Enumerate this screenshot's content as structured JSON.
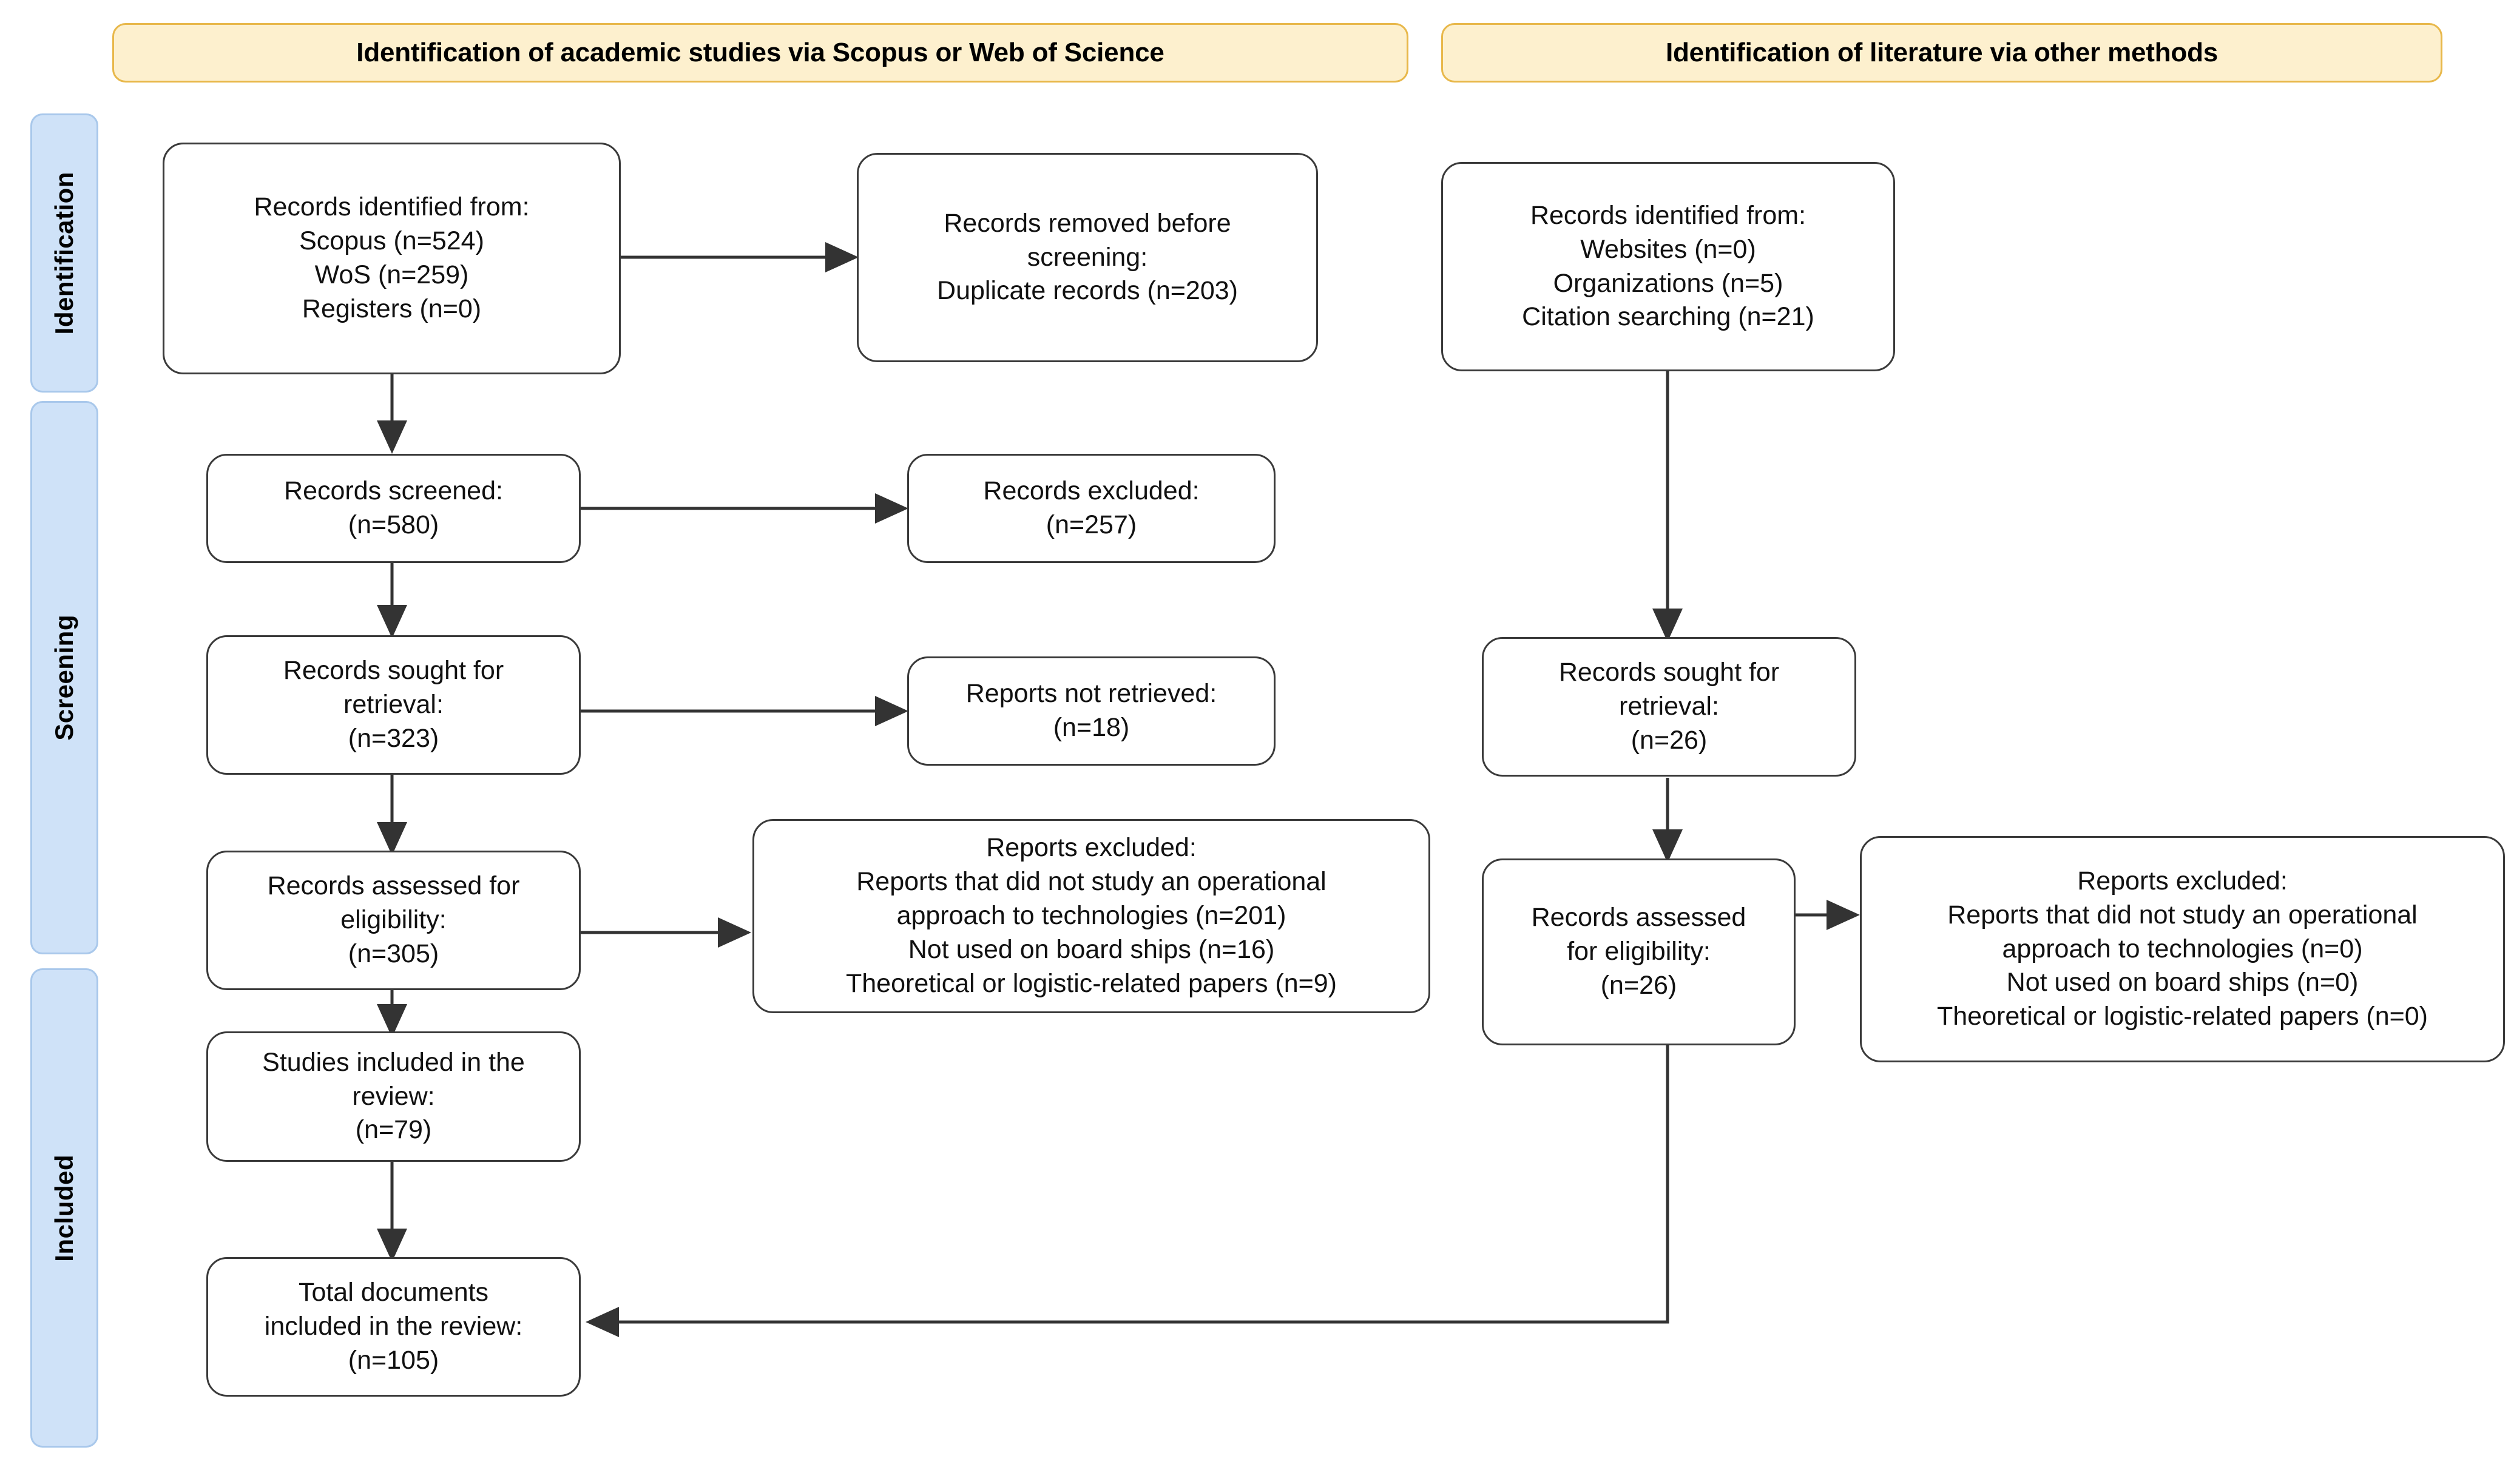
{
  "diagram": {
    "type": "prisma-flow-diagram",
    "headers": [
      {
        "id": "academic",
        "label": "Identification of academic studies via Scopus or Web of Science"
      },
      {
        "id": "other",
        "label": "Identification of literature via other methods"
      }
    ],
    "stages": [
      {
        "id": "identification",
        "label": "Identification"
      },
      {
        "id": "screening",
        "label": "Screening"
      },
      {
        "id": "included",
        "label": "Included"
      }
    ],
    "boxes": {
      "left_identified": "Records identified from:\nScopus (n=524)\nWoS (n=259)\nRegisters (n=0)",
      "left_removed": "Records removed before\nscreening:\nDuplicate records (n=203)",
      "left_screened": "Records screened:\n(n=580)",
      "left_excluded": "Records excluded:\n(n=257)",
      "left_sought": "Records sought for\nretrieval:\n(n=323)",
      "left_not_retrieved": "Reports not retrieved:\n(n=18)",
      "left_assessed": "Records assessed for\neligibility:\n(n=305)",
      "left_reports_excluded": "Reports excluded:\nReports that did not study an operational\napproach to technologies (n=201)\nNot used on board ships (n=16)\nTheoretical or logistic-related papers (n=9)",
      "left_studies_included": "Studies included in the\nreview:\n(n=79)",
      "left_total": "Total documents\nincluded in the review:\n(n=105)",
      "right_identified": "Records identified from:\nWebsites (n=0)\nOrganizations (n=5)\nCitation searching (n=21)",
      "right_sought": "Records sought for\nretrieval:\n(n=26)",
      "right_assessed": "Records assessed\nfor eligibility:\n(n=26)",
      "right_reports_excluded": "Reports excluded:\nReports that did not study an operational\napproach to technologies (n=0)\nNot used on board ships (n=0)\nTheoretical or logistic-related papers (n=0)"
    },
    "counts": {
      "scopus": 524,
      "wos": 259,
      "registers": 0,
      "duplicate_records": 203,
      "records_screened": 580,
      "records_excluded": 257,
      "records_sought_retrieval": 323,
      "reports_not_retrieved": 18,
      "records_assessed_eligibility": 305,
      "excluded_not_operational": 201,
      "excluded_not_on_board_ships": 16,
      "excluded_theoretical_logistic": 9,
      "studies_included": 79,
      "total_documents_included": 105,
      "websites": 0,
      "organizations": 5,
      "citation_searching": 21,
      "right_sought_retrieval": 26,
      "right_assessed_eligibility": 26,
      "right_excluded_not_operational": 0,
      "right_excluded_not_on_board_ships": 0,
      "right_excluded_theoretical_logistic": 0
    },
    "colors": {
      "header_fill": "#FDF0CE",
      "header_border": "#E8B84B",
      "stage_fill": "#CFE2F8",
      "stage_border": "#A9C8EB",
      "box_border": "#3A3A3A",
      "box_fill": "#FFFFFF",
      "connector": "#333333",
      "background": "#FFFFFF"
    }
  }
}
